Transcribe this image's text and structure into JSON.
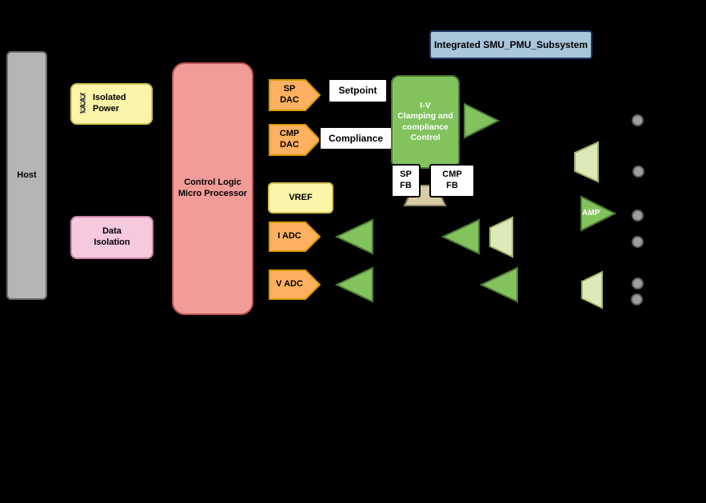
{
  "subsystem": {
    "title": "Integrated SMU_PMU_Subsystem"
  },
  "blocks": {
    "host": {
      "label": "Host"
    },
    "isolated_power": {
      "label": "Isolated\nPower"
    },
    "data_isolation": {
      "label": "Data\nIsolation"
    },
    "control_logic": {
      "label": "Control Logic\nMicro Processor"
    },
    "sp_dac": {
      "label": "SP\nDAC"
    },
    "cmp_dac": {
      "label": "CMP\nDAC"
    },
    "setpoint": {
      "label": "Setpoint"
    },
    "compliance": {
      "label": "Compliance"
    },
    "vref": {
      "label": "VREF"
    },
    "i_adc": {
      "label": "I ADC"
    },
    "v_adc": {
      "label": "V ADC"
    },
    "iv_clamp": {
      "label": "I-V\nClamping and\ncompliance\nControl"
    },
    "sp_fb": {
      "label": "SP\nFB"
    },
    "cmp_fb": {
      "label": "CMP\nFB"
    },
    "amp": {
      "label": "AMP"
    }
  },
  "colors": {
    "bg": "#000000",
    "gray_fill": "#B5B5B5",
    "gray_stroke": "#6B6B6B",
    "yellow_fill": "#FBF5A9",
    "yellow_stroke": "#D2C24F",
    "pink_fill": "#F6C9DC",
    "pink_stroke": "#C585A8",
    "salmon_fill": "#F19C99",
    "salmon_stroke": "#B85450",
    "orange_fill": "#FFB060",
    "orange_stroke": "#D79B00",
    "green_fill": "#82C35E",
    "green_stroke": "#4D7A35",
    "pale_fill": "#DDE9B9",
    "pale_stroke": "#9EB46C",
    "tan_fill": "#D8CCA6",
    "tan_stroke": "#8F8A66",
    "blue_fill": "#A9C6DB",
    "blue_stroke": "#1F3864",
    "dot_fill": "#9E9E9E",
    "dot_stroke": "#606060",
    "icon_stroke": "#444444"
  }
}
